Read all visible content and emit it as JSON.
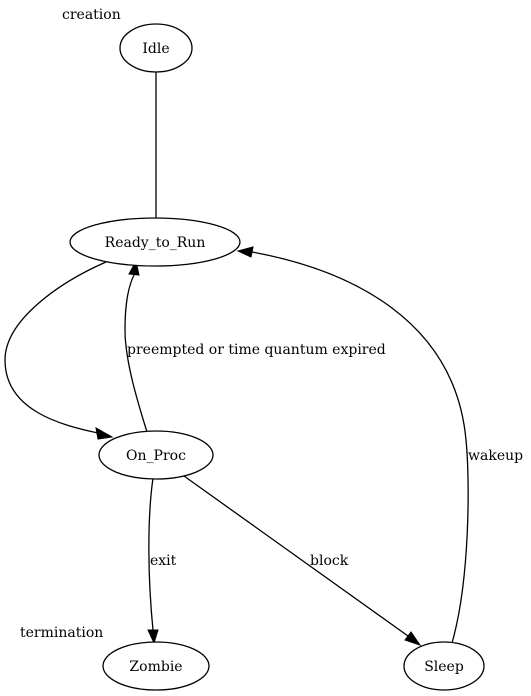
{
  "diagram": {
    "annotations": {
      "creation": "creation",
      "termination": "termination"
    },
    "nodes": {
      "idle": "Idle",
      "ready_to_run": "Ready_to_Run",
      "on_proc": "On_Proc",
      "zombie": "Zombie",
      "sleep": "Sleep"
    },
    "edges": {
      "idle_to_ready": "",
      "ready_to_onproc": "",
      "onproc_to_ready": "preempted or time quantum expired",
      "onproc_to_zombie": "exit",
      "onproc_to_sleep": "block",
      "sleep_to_ready": "wakeup"
    },
    "colors": {
      "stroke": "#000000",
      "background": "#ffffff"
    }
  }
}
